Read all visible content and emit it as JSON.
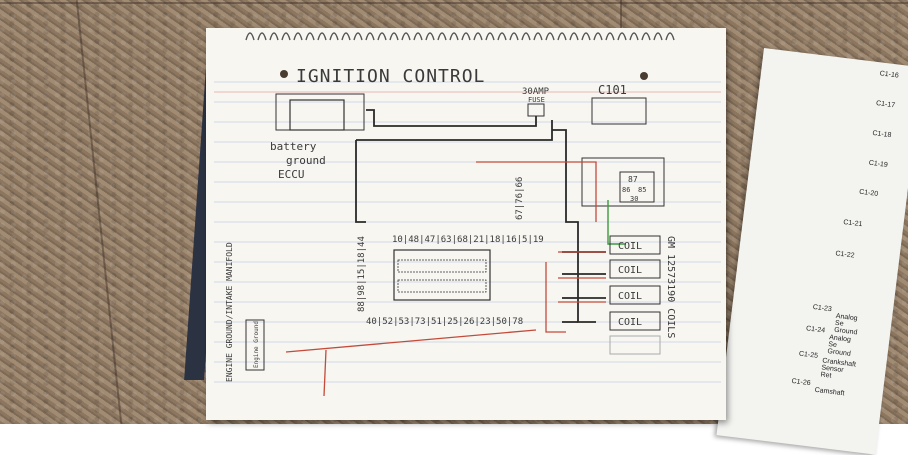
{
  "scene": {
    "colors": {
      "floor": "#94806a",
      "paper": "#f7f6f1",
      "ink": "#3a3a3a",
      "red_wire": "#c44a3a",
      "green_wire": "#3c9a3c",
      "blue_lines": "#b7c7e0"
    }
  },
  "notebook": {
    "title": "IGNITION CONTROL",
    "fuse_label": "30AMP",
    "fuse_sub": "FUSE",
    "coil_connector_label": "C101",
    "relay_labels": [
      "87",
      "86",
      "85",
      "30"
    ],
    "battery_labels": [
      "battery",
      "ground",
      "ECCU"
    ],
    "vertical_label_left": "ENGINE GROUND/INTAKE MANIFOLD",
    "ground_box_label": "Engine Ground",
    "top_pin_row": "10|48|47|63|68|21|18|16|5|19",
    "left_pin_col": "88|98|15|18|44",
    "right_pin_col": "67|76|66",
    "bottom_pin_row": "40|52|53|73|51|25|26|23|50|78",
    "coil_labels": [
      "COIL",
      "COIL",
      "COIL",
      "COIL"
    ],
    "coils_side_label": "GM 12573190 COILS"
  },
  "right_sheet": {
    "pins": [
      "C1-16",
      "C1-17",
      "C1-18",
      "C1-19",
      "C1-20",
      "C1-21",
      "C1-22",
      "C1-23",
      "C1-24",
      "C1-25",
      "C1-26"
    ],
    "texts": [
      "Analog Se Ground",
      "Analog Se Ground",
      "Crankshaft Sensor Ret",
      "Camshaft"
    ]
  }
}
